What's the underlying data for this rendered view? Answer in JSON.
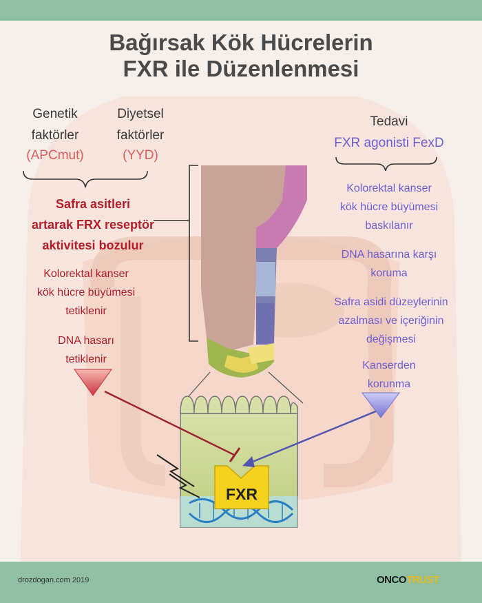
{
  "title": {
    "line1": "Bağırsak Kök Hücrelerin",
    "line2": "FXR ile Düzenlenmesi"
  },
  "left": {
    "genetik": {
      "line1": "Genetik",
      "line2": "faktörler",
      "tag": "(APCmut)"
    },
    "diyetsel": {
      "line1": "Diyetsel",
      "line2": "faktörler",
      "tag": "(YYD)"
    },
    "bold_lines": [
      "Safra asitleri",
      "artarak FRX reseptör",
      "aktivitesi bozulur"
    ],
    "effect1": [
      "Kolorektal kanser",
      "kök hücre büyümesi",
      "tetiklenir"
    ],
    "effect2": [
      "DNA hasarı",
      "tetiklenir"
    ]
  },
  "right": {
    "heading": "Tedavi",
    "agonist": "FXR agonisti FexD",
    "effect1": [
      "Kolorektal kanser",
      "kök hücre büyümesi",
      "baskılanır"
    ],
    "effect2": [
      "DNA hasarına karşı",
      "koruma"
    ],
    "effect3": [
      "Safra asidi düzeylerinin",
      "azalması ve içeriğinin",
      "değişmesi"
    ],
    "effect4": [
      "Kanserden",
      "korunma"
    ]
  },
  "receptor_label": "FXR",
  "footer": {
    "credit": "drozdogan.com 2019",
    "logo_part1": "ONCO",
    "logo_part2": "TRUST"
  },
  "colors": {
    "header_band": "#8fc0a4",
    "title": "#4a4a4a",
    "negative": "#b21e2a",
    "positive": "#6d5fd3",
    "receptor": "#f4d21e"
  }
}
